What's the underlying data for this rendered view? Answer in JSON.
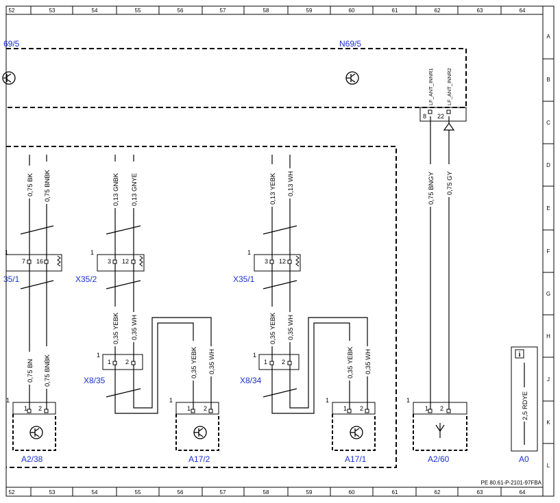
{
  "frame": {
    "columns": [
      "52",
      "53",
      "54",
      "55",
      "56",
      "57",
      "58",
      "59",
      "60",
      "61",
      "62",
      "63",
      "64"
    ],
    "rows": [
      "A",
      "B",
      "C",
      "D",
      "E",
      "F",
      "G",
      "H",
      "J",
      "K",
      "L"
    ]
  },
  "components": {
    "n69_5_left": "69/5",
    "n69_5": "N69/5",
    "x35_1_left": "35/1",
    "x35_2": "X35/2",
    "x35_1": "X35/1",
    "x8_35": "X8/35",
    "x8_34": "X8/34",
    "a2_38": "A2/38",
    "a17_2": "A17/2",
    "a17_1": "A17/1",
    "a2_60": "A2/60",
    "a0": "A0"
  },
  "signals": {
    "lf_ant_innr1": "LF_ANT_INNR1",
    "lf_ant_innr2": "LF_ANT_INNR2"
  },
  "wires": {
    "w_075_bk": "0,75 BK",
    "w_075_bnbk": "0,75 BNBK",
    "w_013_gnbk": "0,13 GNBK",
    "w_013_gnye": "0,13 GNYE",
    "w_013_yebk": "0,13 YEBK",
    "w_013_wh": "0,13 WH",
    "w_075_bngy": "0,75 BNGY",
    "w_075_gy": "0,75 GY",
    "w_035_yebk": "0,35 YEBK",
    "w_035_wh": "0,35 WH",
    "w_075_bn": "0,75 BN",
    "w_25_rdye": "2,5 RDYE"
  },
  "pins": {
    "p1": "1",
    "p2": "2",
    "p3": "3",
    "p7": "7",
    "p8": "8",
    "p12": "12",
    "p16": "16",
    "p22": "22"
  },
  "info_icon": "i",
  "reference": "PE 80.61-P-2101-97FBA"
}
